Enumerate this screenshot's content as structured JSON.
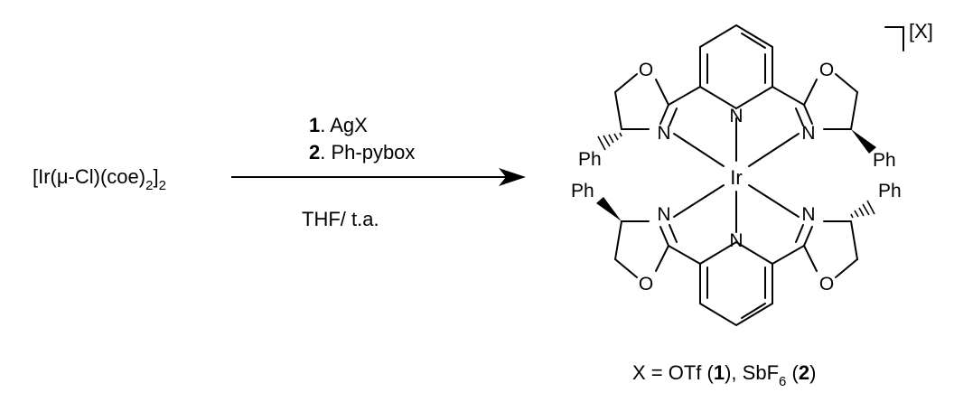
{
  "reactant": {
    "text": "[Ir(μ-Cl)(coe)",
    "sub1": "2",
    "close": "]",
    "sub2": "2"
  },
  "arrow": {
    "step1_num": "1",
    "step1_text": ". AgX",
    "step2_num": "2",
    "step2_text": ". Ph-pybox",
    "conditions": "THF/ t.a."
  },
  "product": {
    "counter_ion": "[X]",
    "metal": "Ir",
    "atoms": {
      "N": "N",
      "O": "O",
      "Ph": "Ph"
    }
  },
  "footnote": {
    "lead": "X = OTf (",
    "cmpd1": "1",
    "mid": "),  SbF",
    "sub": "6",
    "open2": " (",
    "cmpd2": "2",
    "end": ")"
  }
}
